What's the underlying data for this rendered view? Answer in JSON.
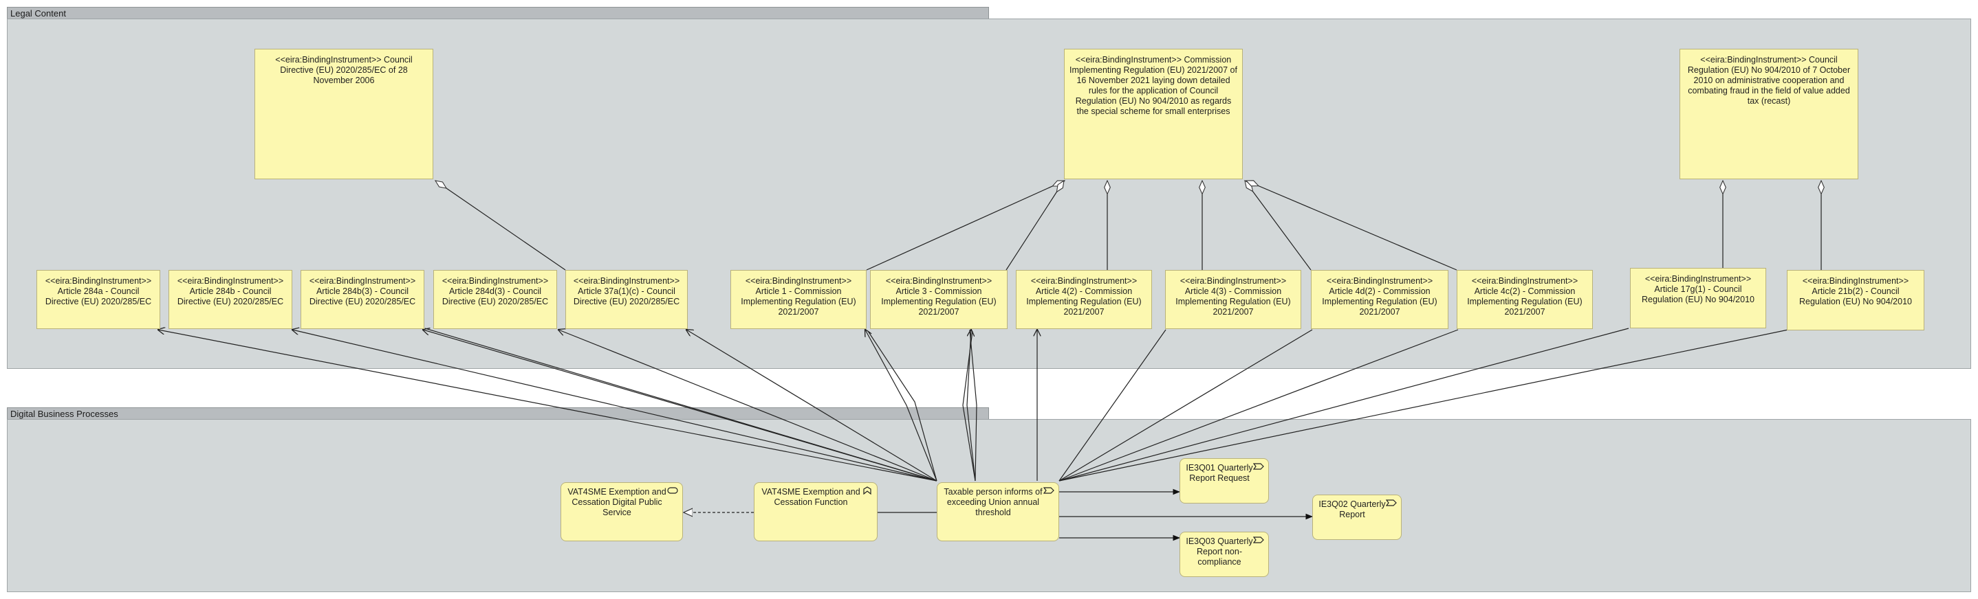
{
  "groups": {
    "legal": "Legal Content",
    "processes": "Digital Business Processes"
  },
  "instruments": {
    "dir2020": "<<eira:BindingInstrument>> Council Directive (EU) 2020/285/EC of 28 November 2006",
    "reg2021": "<<eira:BindingInstrument>> Commission Implementing Regulation (EU) 2021/2007 of 16 November 2021 laying down detailed rules for the application of Council Regulation (EU) No 904/2010 as regards the special scheme for small enterprises",
    "reg904": "<<eira:BindingInstrument>> Council Regulation (EU) No 904/2010 of 7 October 2010 on administrative cooperation and combating fraud in the field of value added tax (recast)"
  },
  "articles": [
    "<<eira:BindingInstrument>> Article 284a - Council Directive (EU) 2020/285/EC",
    "<<eira:BindingInstrument>> Article 284b - Council Directive (EU) 2020/285/EC",
    "<<eira:BindingInstrument>> Article 284b(3) - Council Directive (EU) 2020/285/EC",
    "<<eira:BindingInstrument>> Article 284d(3) - Council Directive (EU) 2020/285/EC",
    "<<eira:BindingInstrument>> Article 37a(1)(c) - Council Directive (EU) 2020/285/EC",
    "<<eira:BindingInstrument>> Article 1 - Commission Implementing Regulation (EU) 2021/2007",
    "<<eira:BindingInstrument>> Article 3 - Commission Implementing Regulation (EU) 2021/2007",
    "<<eira:BindingInstrument>> Article 4(2) - Commission Implementing Regulation (EU) 2021/2007",
    "<<eira:BindingInstrument>> Article 4(3) - Commission Implementing Regulation (EU) 2021/2007",
    "<<eira:BindingInstrument>> Article 4d(2) - Commission Implementing Regulation (EU) 2021/2007",
    "<<eira:BindingInstrument>> Article 4c(2) - Commission Implementing Regulation (EU) 2021/2007",
    "<<eira:BindingInstrument>> Article 17g(1) - Council Regulation (EU) No 904/2010",
    "<<eira:BindingInstrument>> Article 21b(2) - Council Regulation (EU) No 904/2010"
  ],
  "processes": {
    "service": "VAT4SME Exemption and Cessation Digital Public Service",
    "function": "VAT4SME Exemption and Cessation Function",
    "event": "Taxable person informs of exceeding Union annual threshold",
    "q01": "IE3Q01 Quarterly Report Request",
    "q02": "IE3Q02 Quarterly Report",
    "q03": "IE3Q03 Quarterly Report non-compliance"
  }
}
